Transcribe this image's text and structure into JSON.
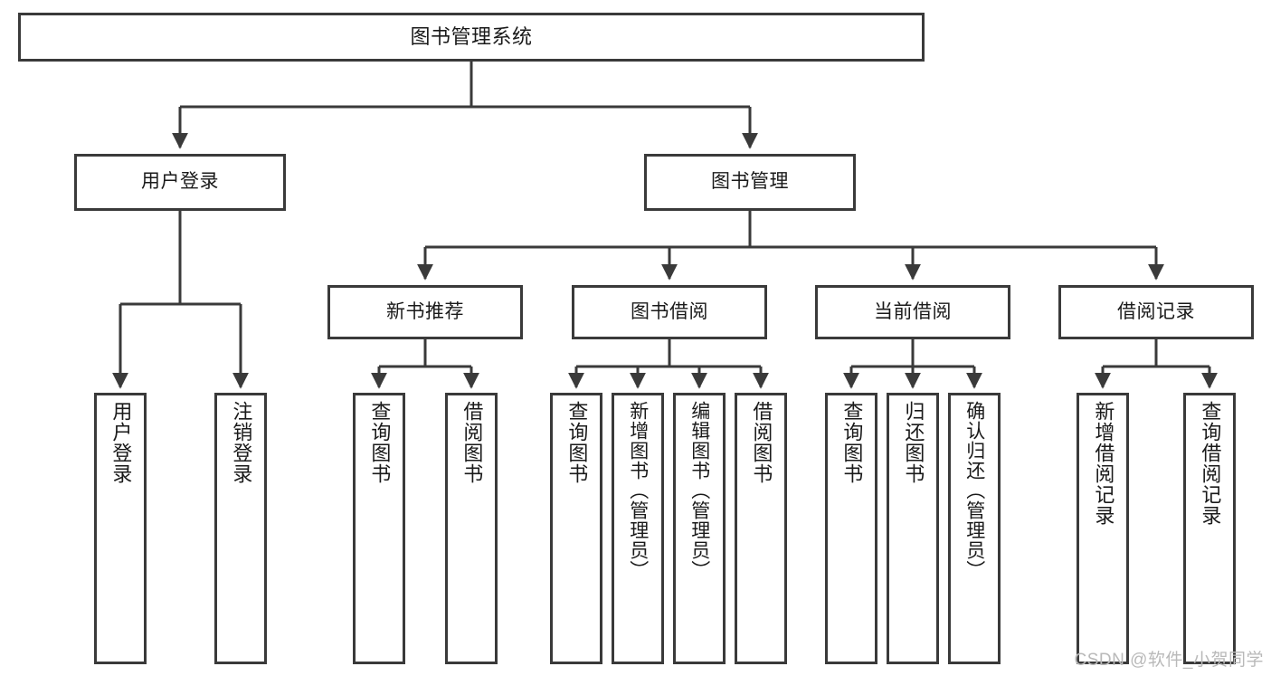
{
  "diagram": {
    "title": "图书管理系统",
    "type": "tree-hierarchy",
    "watermark": "CSDN @软件_小贺同学",
    "colors": {
      "background": "#ffffff",
      "node_border": "#3a3a3a",
      "node_fill": "#ffffff",
      "text": "#1a1a1a",
      "edge": "#3a3a3a",
      "watermark": "#b9b9b9"
    },
    "levels": [
      {
        "level": 1,
        "nodes": [
          {
            "id": "root",
            "label": "图书管理系统",
            "orientation": "horizontal"
          }
        ]
      },
      {
        "level": 2,
        "nodes": [
          {
            "id": "login",
            "label": "用户登录",
            "orientation": "horizontal",
            "parent": "root"
          },
          {
            "id": "bookmgmt",
            "label": "图书管理",
            "orientation": "horizontal",
            "parent": "root"
          }
        ]
      },
      {
        "level": 3,
        "nodes": [
          {
            "id": "newbook",
            "label": "新书推荐",
            "orientation": "horizontal",
            "parent": "bookmgmt"
          },
          {
            "id": "borrow",
            "label": "图书借阅",
            "orientation": "horizontal",
            "parent": "bookmgmt"
          },
          {
            "id": "current",
            "label": "当前借阅",
            "orientation": "horizontal",
            "parent": "bookmgmt"
          },
          {
            "id": "records",
            "label": "借阅记录",
            "orientation": "horizontal",
            "parent": "bookmgmt"
          }
        ]
      },
      {
        "level": 4,
        "nodes": [
          {
            "id": "leaf1",
            "label": "用户登录",
            "orientation": "vertical",
            "parent": "login"
          },
          {
            "id": "leaf2",
            "label": "注销登录",
            "orientation": "vertical",
            "parent": "login"
          },
          {
            "id": "leaf3",
            "label": "查询图书",
            "orientation": "vertical",
            "parent": "newbook"
          },
          {
            "id": "leaf4",
            "label": "借阅图书",
            "orientation": "vertical",
            "parent": "newbook"
          },
          {
            "id": "leaf5",
            "label": "查询图书",
            "orientation": "vertical",
            "parent": "borrow"
          },
          {
            "id": "leaf6",
            "label": "新增图书（管理员）",
            "orientation": "vertical",
            "parent": "borrow"
          },
          {
            "id": "leaf7",
            "label": "编辑图书（管理员）",
            "orientation": "vertical",
            "parent": "borrow"
          },
          {
            "id": "leaf8",
            "label": "借阅图书",
            "orientation": "vertical",
            "parent": "borrow"
          },
          {
            "id": "leaf9",
            "label": "查询图书",
            "orientation": "vertical",
            "parent": "current"
          },
          {
            "id": "leaf10",
            "label": "归还图书",
            "orientation": "vertical",
            "parent": "current"
          },
          {
            "id": "leaf11",
            "label": "确认归还（管理员）",
            "orientation": "vertical",
            "parent": "current"
          },
          {
            "id": "leaf12",
            "label": "新增借阅记录",
            "orientation": "vertical",
            "parent": "records"
          },
          {
            "id": "leaf13",
            "label": "查询借阅记录",
            "orientation": "vertical",
            "parent": "records"
          }
        ]
      }
    ]
  }
}
